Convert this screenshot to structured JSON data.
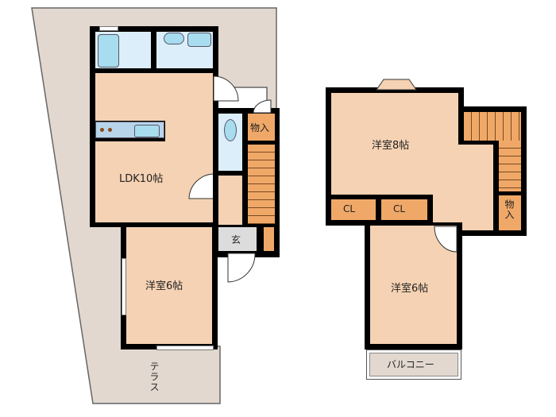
{
  "floor1": {
    "rooms": {
      "ldk": "LDK10帖",
      "western6": "洋室6帖",
      "storage": "物入",
      "entrance": "玄",
      "terrace": "テラス"
    }
  },
  "floor2": {
    "rooms": {
      "western8": "洋室8帖",
      "western6": "洋室6帖",
      "closet1": "CL",
      "closet2": "CL",
      "storage": "物入",
      "balcony": "バルコニー"
    }
  },
  "colors": {
    "room": "#f5d2b3",
    "wet_area": "#dceefa",
    "storage": "#f0a868",
    "entrance": "#dcdcdc",
    "terrace": "#e2d8cf",
    "wall": "#000000"
  }
}
